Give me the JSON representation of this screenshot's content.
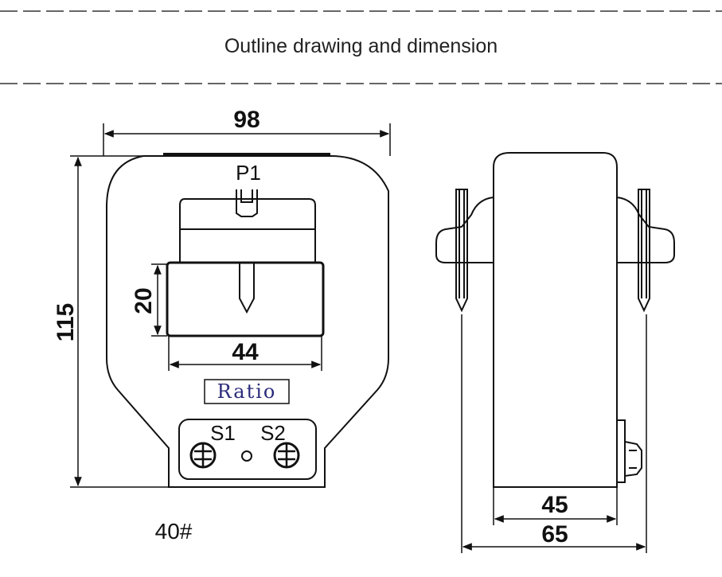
{
  "title": "Outline drawing and dimension",
  "front_view": {
    "overall_width": "98",
    "overall_height": "115",
    "window_height": "20",
    "window_width": "44",
    "primary_terminal": "P1",
    "nameplate": "Ratio",
    "secondary_terminal_1": "S1",
    "secondary_terminal_2": "S2"
  },
  "side_view": {
    "body_depth": "45",
    "overall_depth": "65"
  },
  "model": "40#"
}
